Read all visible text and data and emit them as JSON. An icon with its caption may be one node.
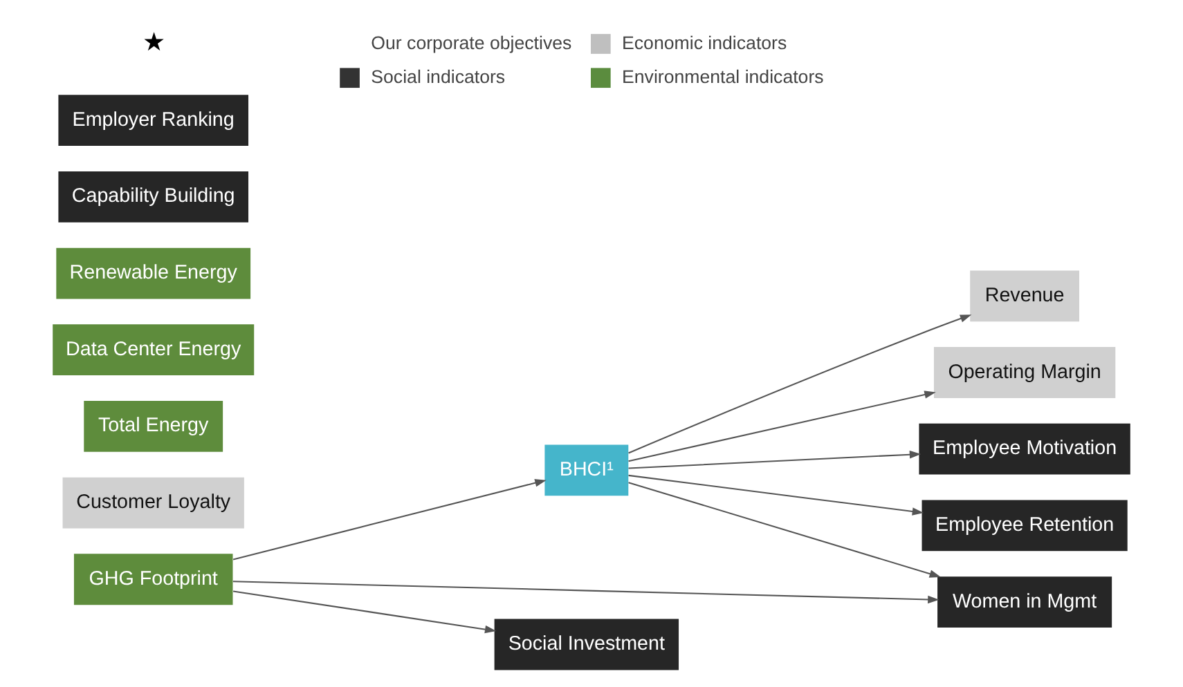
{
  "diagram": {
    "nodes": [
      {
        "text": [
          "Revenue"
        ]
      },
      {
        "text": [
          "Operating Margin"
        ]
      },
      {
        "text": [
          "Employee Motivation"
        ]
      },
      {
        "text": [
          "Customer Loyalty"
        ]
      },
      {
        "text": [
          "BHCI¹"
        ]
      },
      {
        "text": [
          "GHG Footprint"
        ]
      },
      {
        "text": [
          "Employee Retention"
        ]
      },
      {
        "text": [
          "Total Energy"
        ]
      },
      {
        "text": [
          "Women in Mgmt"
        ]
      },
      {
        "text": [
          "Data Center Energy"
        ]
      },
      {
        "text": [
          "Social Investment"
        ]
      },
      {
        "text": [
          "Renewable Energy"
        ]
      },
      {
        "text": [
          "Capability Building"
        ]
      },
      {
        "text": [
          "Employer Ranking"
        ]
      }
    ],
    "edges": [
      {
        "from": 4,
        "to": 0,
        "arrow": "to"
      },
      {
        "from": 4,
        "to": 1,
        "arrow": "to"
      },
      {
        "from": 4,
        "to": 2,
        "arrow": "to"
      },
      {
        "from": 4,
        "to": 6,
        "arrow": "to"
      },
      {
        "from": 4,
        "to": 8,
        "arrow": "to"
      },
      {
        "from": 5,
        "to": 4,
        "arrow": "to"
      },
      {
        "from": 5,
        "to": 8,
        "arrow": "to"
      },
      {
        "from": 5,
        "to": 10,
        "arrow": "to"
      }
    ],
    "labels": [
      "★"
    ],
    "legend": [
      {
        "text": "Our corporate objectives"
      },
      {
        "text": "Economic indicators",
        "color": "#bfbfbf"
      },
      {
        "text": "Social indicators",
        "color": "#333333"
      },
      {
        "text": "Environmental indicators",
        "color": "#5b8c3e"
      }
    ]
  }
}
